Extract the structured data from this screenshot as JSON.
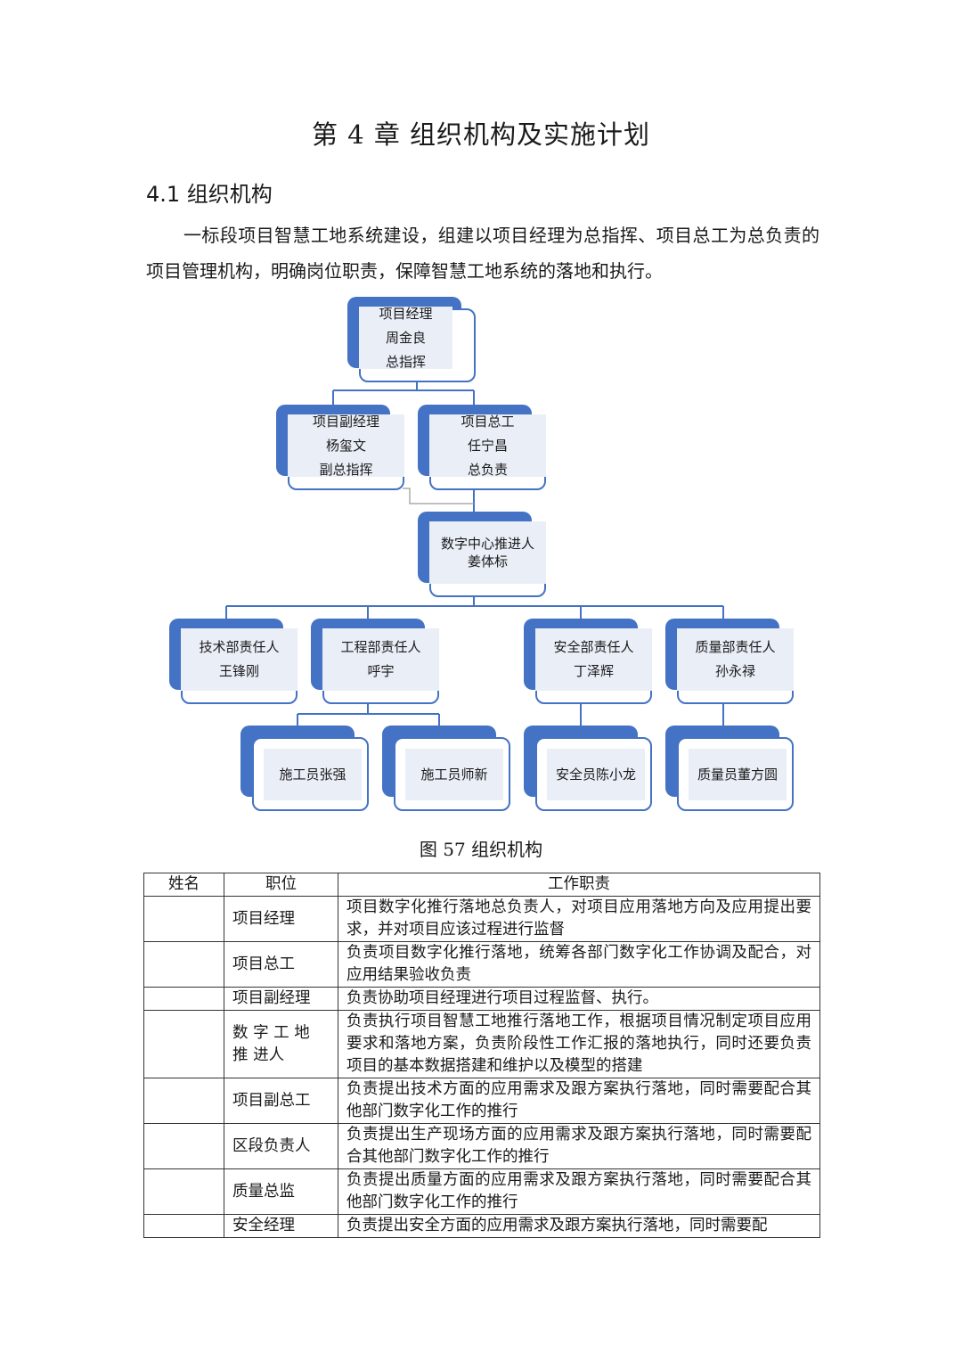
{
  "chapter_title": "第 4 章  组织机构及实施计划",
  "section_title": "4.1  组织机构",
  "intro_paragraph": "一标段项目智慧工地系统建设，组建以项目经理为总指挥、项目总工为总负责的项目管理机构，明确岗位职责，保障智慧工地系统的落地和执行。",
  "org_chart": {
    "accent_color": "#4472c4",
    "nodes": {
      "pm": {
        "line1": "项目经理",
        "line2": "周金良",
        "line3": "总指挥"
      },
      "deputy_pm": {
        "line1": "项目副经理",
        "line2": "杨玺文",
        "line3": "副总指挥"
      },
      "chief_engineer": {
        "line1": "项目总工",
        "line2": "任宁昌",
        "line3": "总负责"
      },
      "digital_center": {
        "line1": "数字中心推进人",
        "line2": "姜体标"
      },
      "tech_head": {
        "line1": "技术部责任人",
        "line2": "王锋刚"
      },
      "eng_head": {
        "line1": "工程部责任人",
        "line2": "呼宇"
      },
      "safety_head": {
        "line1": "安全部责任人",
        "line2": "丁泽辉"
      },
      "quality_head": {
        "line1": "质量部责任人",
        "line2": "孙永禄"
      },
      "worker_1": {
        "line1": "施工员张强"
      },
      "worker_2": {
        "line1": "施工员师新"
      },
      "safety_officer": {
        "line1": "安全员陈小龙"
      },
      "quality_officer": {
        "line1": "质量员董方圆"
      }
    }
  },
  "figure_caption": "图  57 组织机构",
  "table": {
    "headers": [
      "姓名",
      "职位",
      "工作职责"
    ],
    "rows": [
      {
        "name": "",
        "position": "项目经理",
        "duty": "项目数字化推行落地总负责人，对项目应用落地方向及应用提出要求，并对项目应该过程进行监督"
      },
      {
        "name": "",
        "position": "项目总工",
        "duty": "负责项目数字化推行落地，统筹各部门数字化工作协调及配合，对应用结果验收负责"
      },
      {
        "name": "",
        "position": "项目副经理",
        "duty": "负责协助项目经理进行项目过程监督、执行。"
      },
      {
        "name": "",
        "position": "数 字 工 地 推 进人",
        "duty": "负责执行项目智慧工地推行落地工作，根据项目情况制定项目应用要求和落地方案，负责阶段性工作汇报的落地执行，同时还要负责项目的基本数据搭建和维护以及模型的搭建"
      },
      {
        "name": "",
        "position": "项目副总工",
        "duty": "负责提出技术方面的应用需求及跟方案执行落地，同时需要配合其他部门数字化工作的推行"
      },
      {
        "name": "",
        "position": "区段负责人",
        "duty": "负责提出生产现场方面的应用需求及跟方案执行落地，同时需要配合其他部门数字化工作的推行"
      },
      {
        "name": "",
        "position": "质量总监",
        "duty": "负责提出质量方面的应用需求及跟方案执行落地，同时需要配合其他部门数字化工作的推行"
      },
      {
        "name": "",
        "position": "安全经理",
        "duty": "负责提出安全方面的应用需求及跟方案执行落地，同时需要配"
      }
    ]
  }
}
